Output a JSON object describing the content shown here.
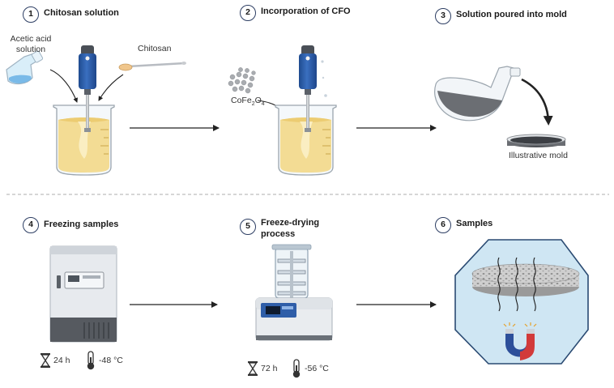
{
  "steps": [
    {
      "num": "1",
      "title": "Chitosan solution"
    },
    {
      "num": "2",
      "title": "Incorporation of CFO"
    },
    {
      "num": "3",
      "title": "Solution poured into mold"
    },
    {
      "num": "4",
      "title": "Freezing samples"
    },
    {
      "num": "5",
      "title_line1": "Freeze-drying",
      "title_line2": "process"
    },
    {
      "num": "6",
      "title": "Samples"
    }
  ],
  "labels": {
    "acetic_line1": "Acetic acid",
    "acetic_line2": "solution",
    "chitosan": "Chitosan",
    "cfo_base": "CoFe",
    "cfo_sub1": "2",
    "cfo_o": "O",
    "cfo_sub2": "4",
    "mold": "Illustrative mold"
  },
  "conditions": {
    "freeze_time": "24 h",
    "freeze_temp": "-48 °C",
    "dry_time": "72 h",
    "dry_temp": "-56 °C"
  },
  "colors": {
    "number_border": "#2d3e63",
    "solution": "#f3dc94",
    "mixer_blue": "#2f5ea8",
    "arrow": "#222222",
    "octagon_fill": "#cfe6f3",
    "octagon_border": "#2a4a72",
    "magnet_red": "#d23a3a",
    "magnet_blue": "#2d4f9a"
  },
  "icons": [
    "hourglass-icon",
    "thermometer-icon",
    "magnet-icon",
    "mixer-icon",
    "beaker-icon",
    "flask-icon",
    "freezer-icon",
    "freeze-dryer-icon"
  ]
}
